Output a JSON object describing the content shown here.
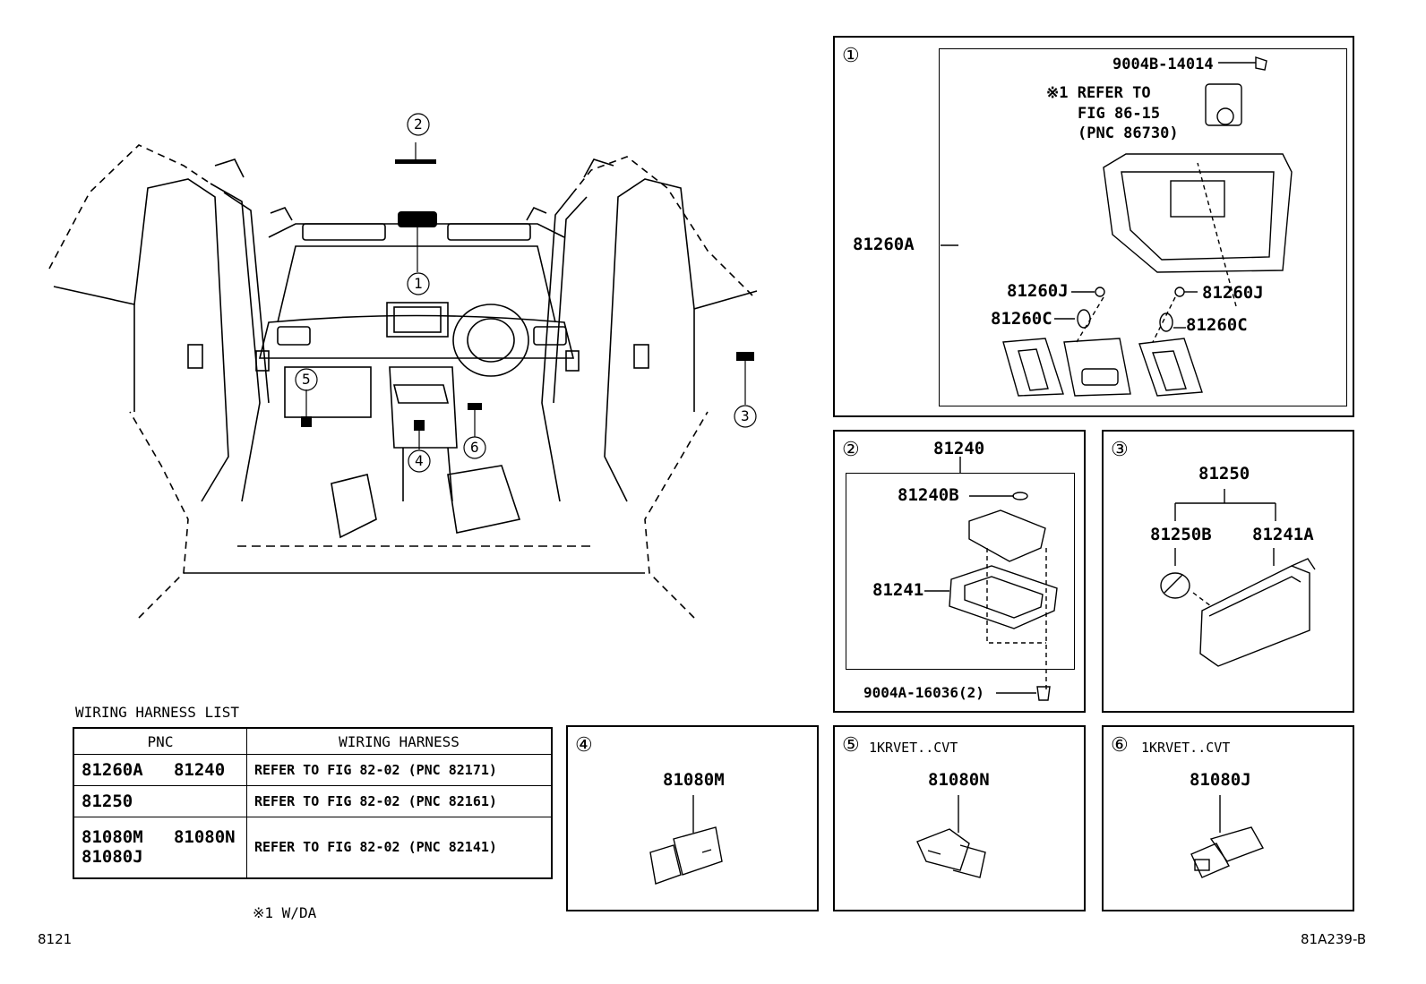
{
  "main_view": {
    "callouts": [
      "①",
      "②",
      "③",
      "④",
      "⑤",
      "⑥"
    ]
  },
  "panel1": {
    "number": "①",
    "labels": {
      "screw": "9004B-14014",
      "note_line1": "※1 REFER TO",
      "note_line2": "FIG 86-15",
      "note_line3": "(PNC 86730)",
      "lamp_assy": "81260A",
      "bulb_left": "81260J",
      "bulb_right": "81260J",
      "socket_left": "81260C",
      "socket_right": "81260C"
    }
  },
  "panel2": {
    "number": "②",
    "labels": {
      "assy": "81240",
      "bulb": "81240B",
      "housing": "81241",
      "screw": "9004A-16036(2)"
    }
  },
  "panel3": {
    "number": "③",
    "labels": {
      "assy": "81250",
      "bulb": "81250B",
      "housing": "81241A"
    }
  },
  "panel4": {
    "number": "④",
    "condition": "",
    "part": "81080M"
  },
  "panel5": {
    "number": "⑤",
    "condition": "1KRVET..CVT",
    "part": "81080N"
  },
  "panel6": {
    "number": "⑥",
    "condition": "1KRVET..CVT",
    "part": "81080J"
  },
  "harness_list": {
    "title": "WIRING HARNESS LIST",
    "headers": [
      "PNC",
      "WIRING HARNESS"
    ],
    "rows": [
      {
        "pnc_line1": "81260A   81240",
        "pnc_line2": "",
        "ref": "REFER TO FIG 82-02",
        "pnc_ref": "(PNC 82171)"
      },
      {
        "pnc_line1": "81250",
        "pnc_line2": "",
        "ref": "REFER TO FIG 82-02",
        "pnc_ref": "(PNC 82161)"
      },
      {
        "pnc_line1": "81080M   81080N",
        "pnc_line2": "81080J",
        "ref": "REFER TO FIG 82-02",
        "pnc_ref": "(PNC 82141)"
      }
    ]
  },
  "footnote": "※1 W/DA",
  "page_code_left": "8121",
  "page_code_right": "81A239-B"
}
